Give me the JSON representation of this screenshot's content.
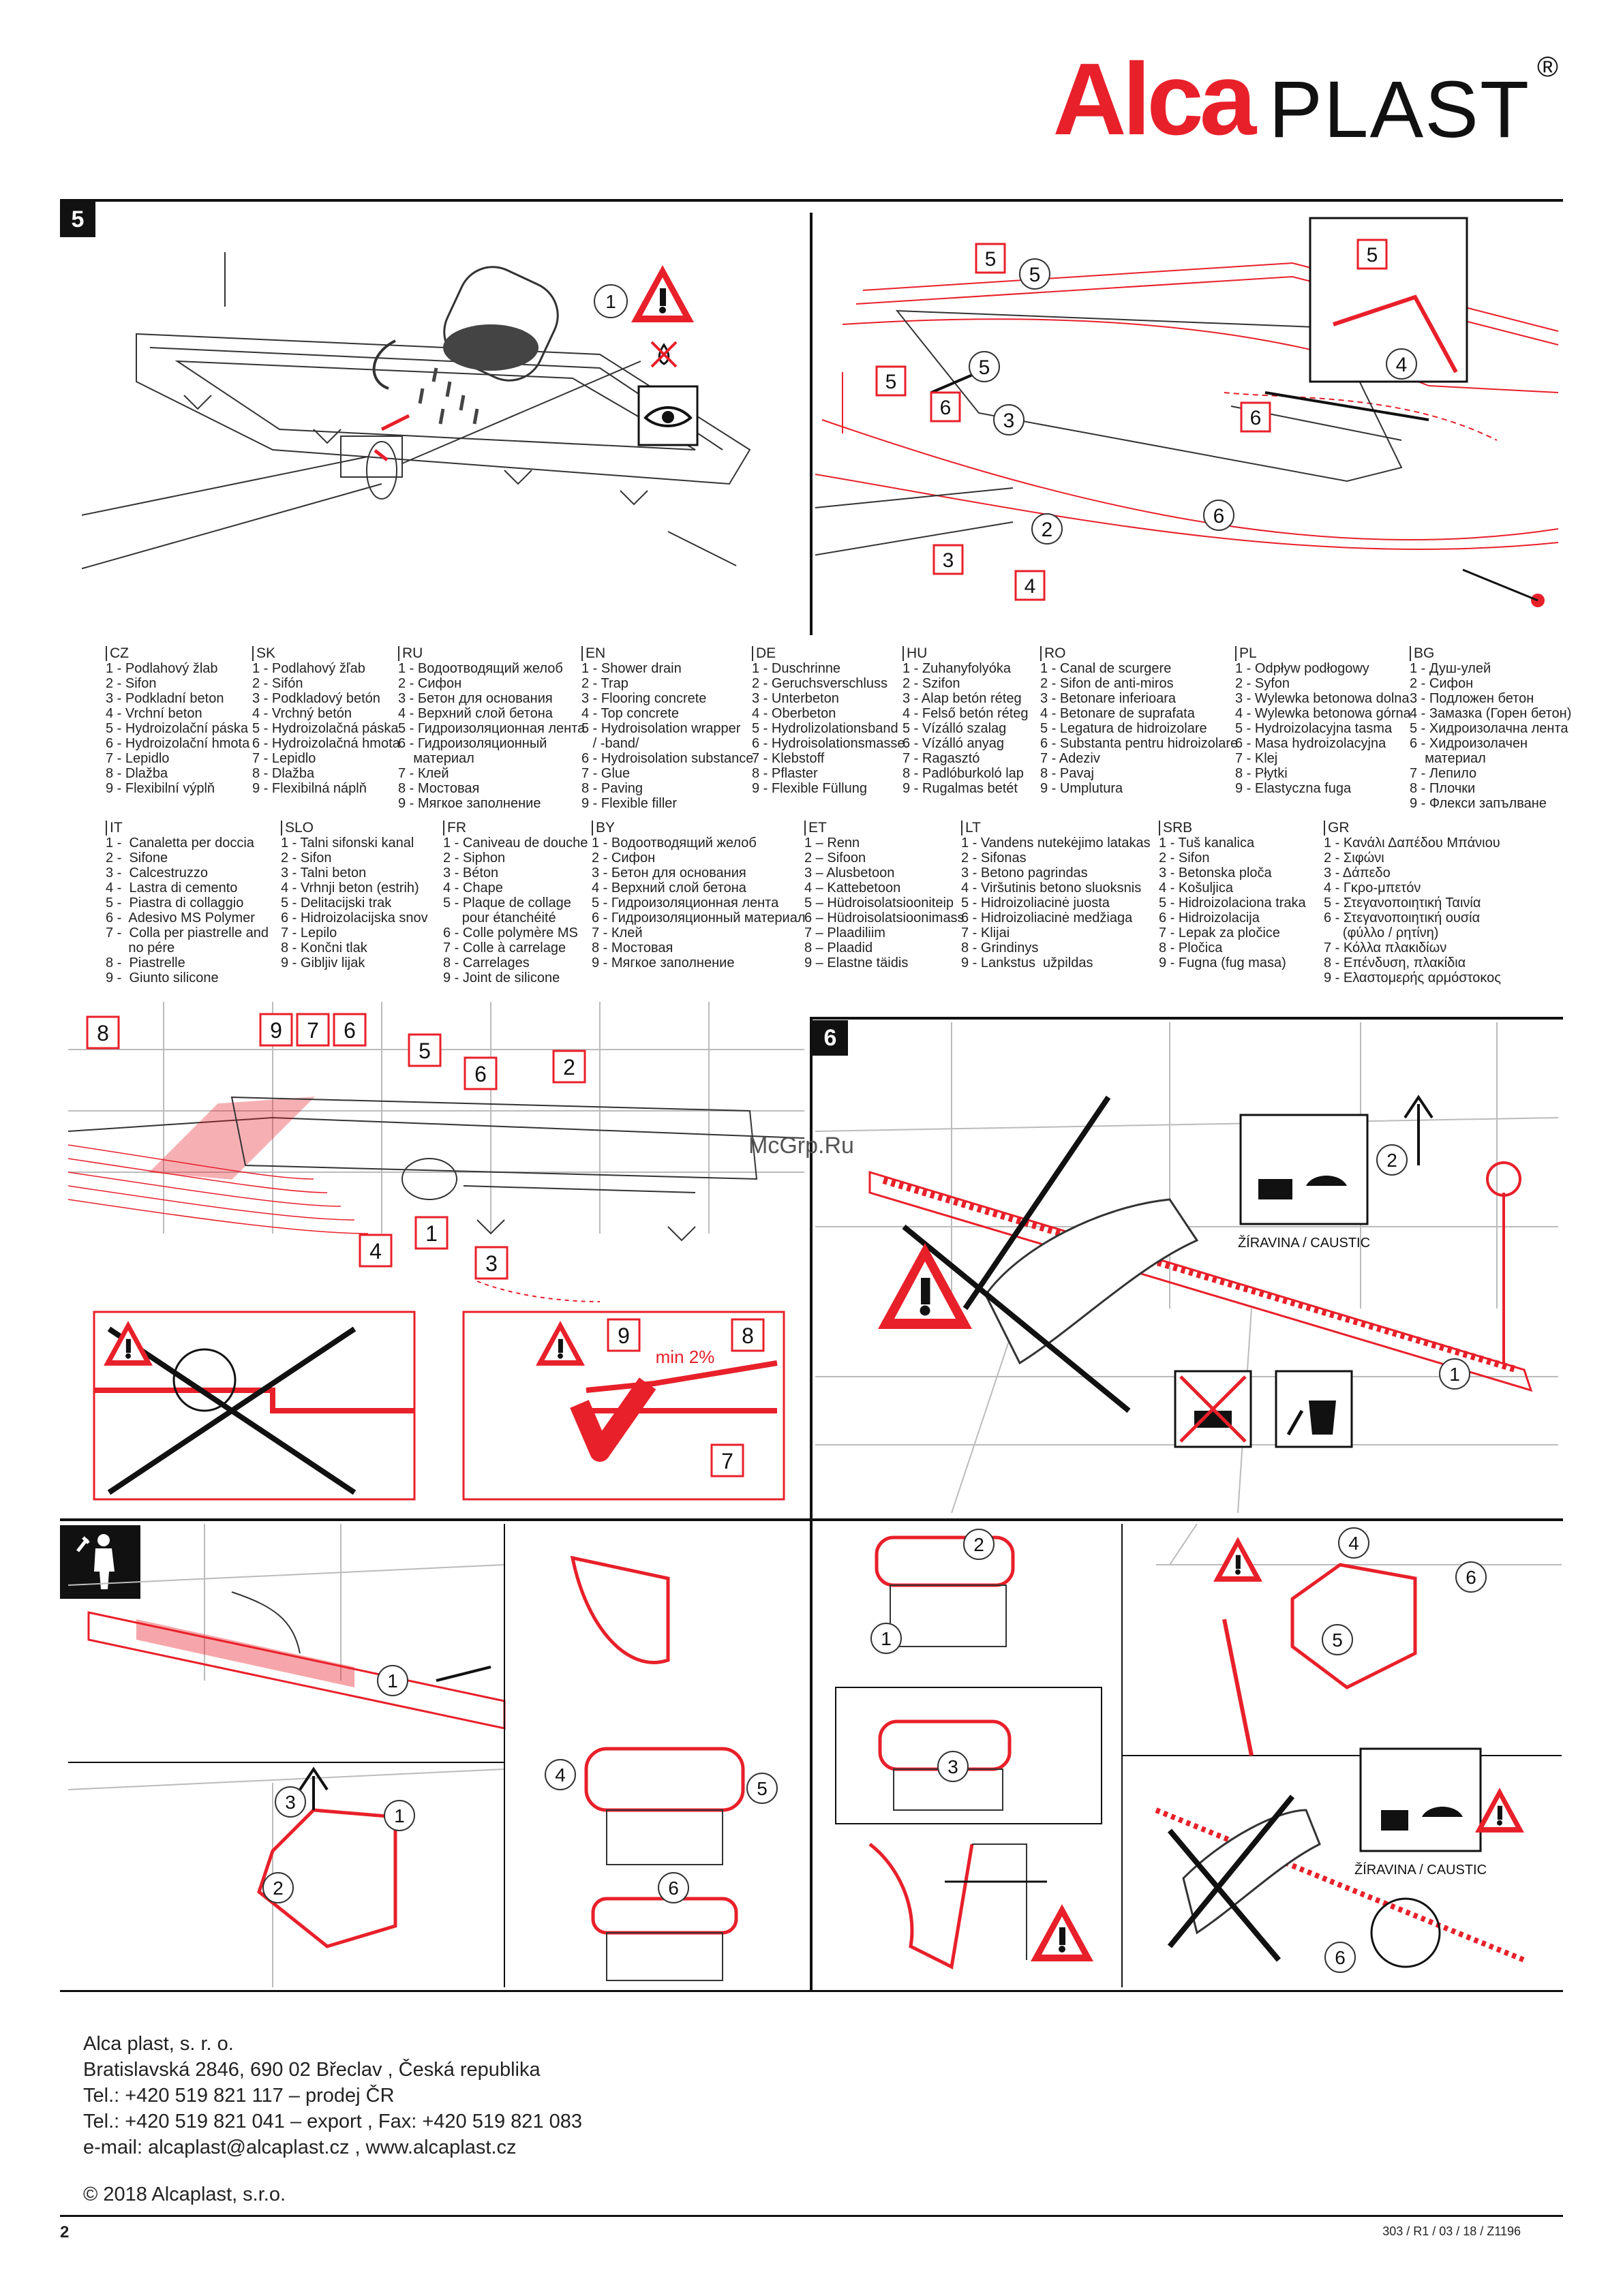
{
  "brand": {
    "alca": "Alca",
    "plast": "PLAST",
    "reg": "®"
  },
  "steps": {
    "s5": "5",
    "s6": "6"
  },
  "panel_top_left_labels": [
    "1"
  ],
  "panel_top_right_labels": [
    "5",
    "5",
    "5",
    "5",
    "6",
    "3",
    "6",
    "6",
    "2",
    "3",
    "4",
    "5",
    "4"
  ],
  "panel_mid_left_labels": [
    "8",
    "9",
    "7",
    "6",
    "5",
    "6",
    "2",
    "4",
    "1",
    "3",
    "9",
    "min 2%",
    "8",
    "7"
  ],
  "panel_mid_right_labels": [
    "2",
    "ŽÍRAVINA / CAUSTIC",
    "1"
  ],
  "panel_bottom_labels": [
    "1",
    "3",
    "1",
    "2",
    "2",
    "1",
    "4",
    "5",
    "6",
    "3",
    "4",
    "6",
    "5",
    "6",
    "ŽÍRAVINA / CAUSTIC"
  ],
  "languages_row1": [
    {
      "code": "CZ",
      "items": [
        "1 - Podlahový žlab",
        "2 - Sifon",
        "3 - Podkladní beton",
        "4 - Vrchní beton",
        "5 - Hydroizolační páska",
        "6 - Hydroizolační hmota",
        "7 - Lepidlo",
        "8 - Dlažba",
        "9 - Flexibilní výplň"
      ]
    },
    {
      "code": "SK",
      "items": [
        "1 - Podlahový žľab",
        "2 - Sifón",
        "3 - Podkladový betón",
        "4 - Vrchný betón",
        "5 - Hydroizolačná páska",
        "6 - Hydroizolačná hmota",
        "7 - Lepidlo",
        "8 - Dlažba",
        "9 - Flexibilná náplň"
      ]
    },
    {
      "code": "RU",
      "items": [
        "1 - Водоотводящий желоб",
        "2 - Сифон",
        "3 - Бетон для основания",
        "4 - Верхний слой бетона",
        "5 - Гидроизоляционная лента",
        "6 - Гидроизоляционный",
        "    материал",
        "7 - Клей",
        "8 - Мостовая",
        "9 - Мягкое заполнение"
      ]
    },
    {
      "code": "EN",
      "items": [
        "1 - Shower drain",
        "2 - Trap",
        "3 - Flooring concrete",
        "4 - Top concrete",
        "5 - Hydroisolation wrapper",
        "   / -band/",
        "6 - Hydroisolation substance",
        "7 - Glue",
        "8 - Paving",
        "9 - Flexible filler"
      ]
    },
    {
      "code": "DE",
      "items": [
        "1 - Duschrinne",
        "2 - Geruchsverschluss",
        "3 - Unterbeton",
        "4 - Oberbeton",
        "5 - Hydrolizolationsband",
        "6 - Hydroisolationsmasse",
        "7 - Klebstoff",
        "8 - Pflaster",
        "9 - Flexible Füllung"
      ]
    },
    {
      "code": "HU",
      "items": [
        "1 - Zuhanyfolyóka",
        "2 - Szifon",
        "3 - Alap betón réteg",
        "4 - Felső betón réteg",
        "5 - Vízálló szalag",
        "6 - Vízálló anyag",
        "7 - Ragasztó",
        "8 - Padlóburkoló lap",
        "9 - Rugalmas betét"
      ]
    },
    {
      "code": "RO",
      "items": [
        "1 - Canal de scurgere",
        "2 - Sifon de anti-miros",
        "3 - Betonare inferioara",
        "4 - Betonare de suprafata",
        "5 - Legatura de hidroizolare",
        "6 - Substanta pentru hidroizolare",
        "7 - Adeziv",
        "8 - Pavaj",
        "9 - Umplutura"
      ]
    },
    {
      "code": "PL",
      "items": [
        "1 - Odpływ podłogowy",
        "2 - Syfon",
        "3 - Wylewka betonowa dolna",
        "4 - Wylewka betonowa górna",
        "5 - Hydroizolacyjna tasma",
        "6 - Masa hydroizolacyjna",
        "7 - Klej",
        "8 - Płytki",
        "9 - Elastyczna fuga"
      ]
    },
    {
      "code": "BG",
      "items": [
        "1 - Душ-улей",
        "2 - Сифон",
        "3 - Подложен бетон",
        "4 - Замазка (Горен бетон)",
        "5 - Хидроизолачна лента",
        "6 - Хидроизолачен",
        "    материал",
        "7 - Лепило",
        "8 - Плочки",
        "9 - Флекси запълване"
      ]
    }
  ],
  "languages_row2": [
    {
      "code": "IT",
      "items": [
        "1 -  Canaletta per doccia",
        "2 -  Sifone",
        "3 -  Calcestruzzo",
        "4 -  Lastra di cemento",
        "5 -  Piastra di collaggio",
        "6 -  Adesivo MS Polymer",
        "7 -  Colla per piastrelle and",
        "      no pére",
        "8 -  Piastrelle",
        "9 -  Giunto silicone"
      ]
    },
    {
      "code": "SLO",
      "items": [
        "1 - Talni sifonski kanal",
        "2 - Sifon",
        "3 - Talni beton",
        "4 - Vrhnji beton (estrih)",
        "5 - Delitacijski trak",
        "6 - Hidroizolacijska snov",
        "7 - Lepilo",
        "8 - Končni tlak",
        "9 - Gibljiv lijak"
      ]
    },
    {
      "code": "FR",
      "items": [
        "1 - Caniveau de douche",
        "2 - Siphon",
        "3 - Béton",
        "4 - Chape",
        "5 - Plaque de collage",
        "     pour étanchéité",
        "6 - Colle polymère MS",
        "7 - Colle à carrelage",
        "8 - Carrelages",
        "9 - Joint de silicone"
      ]
    },
    {
      "code": "BY",
      "items": [
        "1 - Водоотводящий желоб",
        "2 - Сифон",
        "3 - Бетон для основания",
        "4 - Верхний слой бетона",
        "5 - Гидроизоляционная лента",
        "6 - Гидроизоляционный материал",
        "7 - Клей",
        "8 - Мостовая",
        "9 - Мягкое заполнение"
      ]
    },
    {
      "code": "ET",
      "items": [
        "1 – Renn",
        "2 – Sifoon",
        "3 – Alusbetoon",
        "4 – Kattebetoon",
        "5 – Hüdroisolatsiooniteip",
        "6 – Hüdroisolatsioonimass",
        "7 – Plaadiliim",
        "8 – Plaadid",
        "9 – Elastne täidis"
      ]
    },
    {
      "code": "LT",
      "items": [
        "1 - Vandens nutekėjimo latakas",
        "2 - Sifonas",
        "3 - Betono pagrindas",
        "4 - Viršutinis betono sluoksnis",
        "5 - Hidroizoliacinė juosta",
        "6 - Hidroizoliacinė medžiaga",
        "7 - Klijai",
        "8 - Grindinys",
        "9 - Lankstus  užpildas"
      ]
    },
    {
      "code": "SRB",
      "items": [
        "1 - Tuš kanalica",
        "2 - Sifon",
        "3 - Betonska ploča",
        "4 - Košuljica",
        "5 - Hidroizolaciona traka",
        "6 - Hidroizolacija",
        "7 - Lepak za pločice",
        "8 - Pločica",
        "9 - Fugna (fug masa)"
      ]
    },
    {
      "code": "GR",
      "items": [
        "1 - Κανάλι Δαπέδου Μπάνιου",
        "2 - Σιφώνι",
        "3 - Δάπεδο",
        "4 - Γκρο-μπετόν",
        "5 - Στεγανοποιητική Ταινία",
        "6 - Στεγανοποιητική ουσία",
        "     (φύλλο / ρητίνη)",
        "7 - Κόλλα πλακιδίων",
        "8 - Επένδυση, πλακίδια",
        "9 - Ελαστομερής αρμόστοκος"
      ]
    }
  ],
  "footer": {
    "company": "Alca plast, s. r. o.",
    "address": "Bratislavská 2846, 690 02 Břeclav , Česká republika",
    "tel1": "Tel.: +420 519 821 117 – prodej ČR",
    "tel2": "Tel.: +420 519 821 041 – export , Fax: +420 519 821 083",
    "email": "e-mail: alcaplast@alcaplast.cz , www.alcaplast.cz",
    "copyright": "© 2018 Alcaplast, s.r.o.",
    "page_number": "2",
    "doc_ref": "303 / R1 / 03 / 18 / Z1196"
  },
  "watermark": "McGrp.Ru",
  "colors": {
    "accent": "#e8202a",
    "line": "#111111"
  },
  "icons": [
    "warning-triangle-icon",
    "no-fire-icon",
    "eye-protection-icon",
    "corrosive-hazard-icon",
    "no-brush-icon",
    "cleaning-bucket-icon",
    "technician-icon"
  ]
}
